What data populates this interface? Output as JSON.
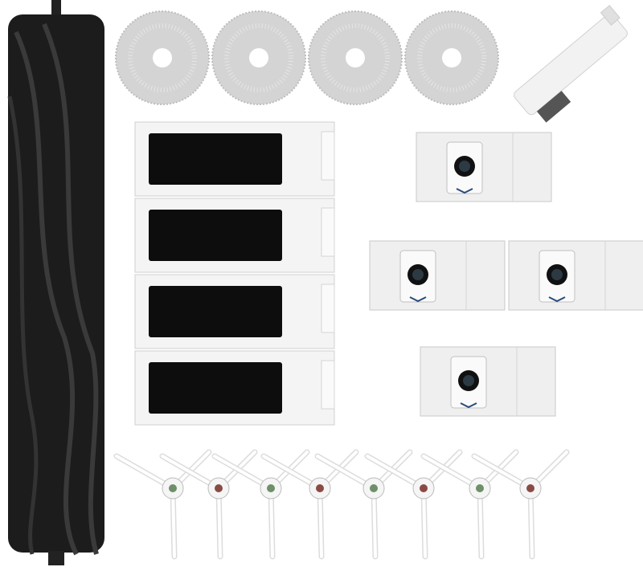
{
  "colors": {
    "background": "#ffffff",
    "roller_brush": "#1c1c1c",
    "mop_pad": "#d4d4d4",
    "filter_frame": "#f4f4f4",
    "filter_foam": "#0d0d0d",
    "dust_bag": "#efefef",
    "side_brush_hub_green": "#6f8f6a",
    "side_brush_hub_red": "#8a4a44"
  },
  "items": {
    "roller_brush": 1,
    "mop_pads": 4,
    "cleaning_tool": 1,
    "filters": 4,
    "dust_bags": 4,
    "side_brushes": 8
  }
}
